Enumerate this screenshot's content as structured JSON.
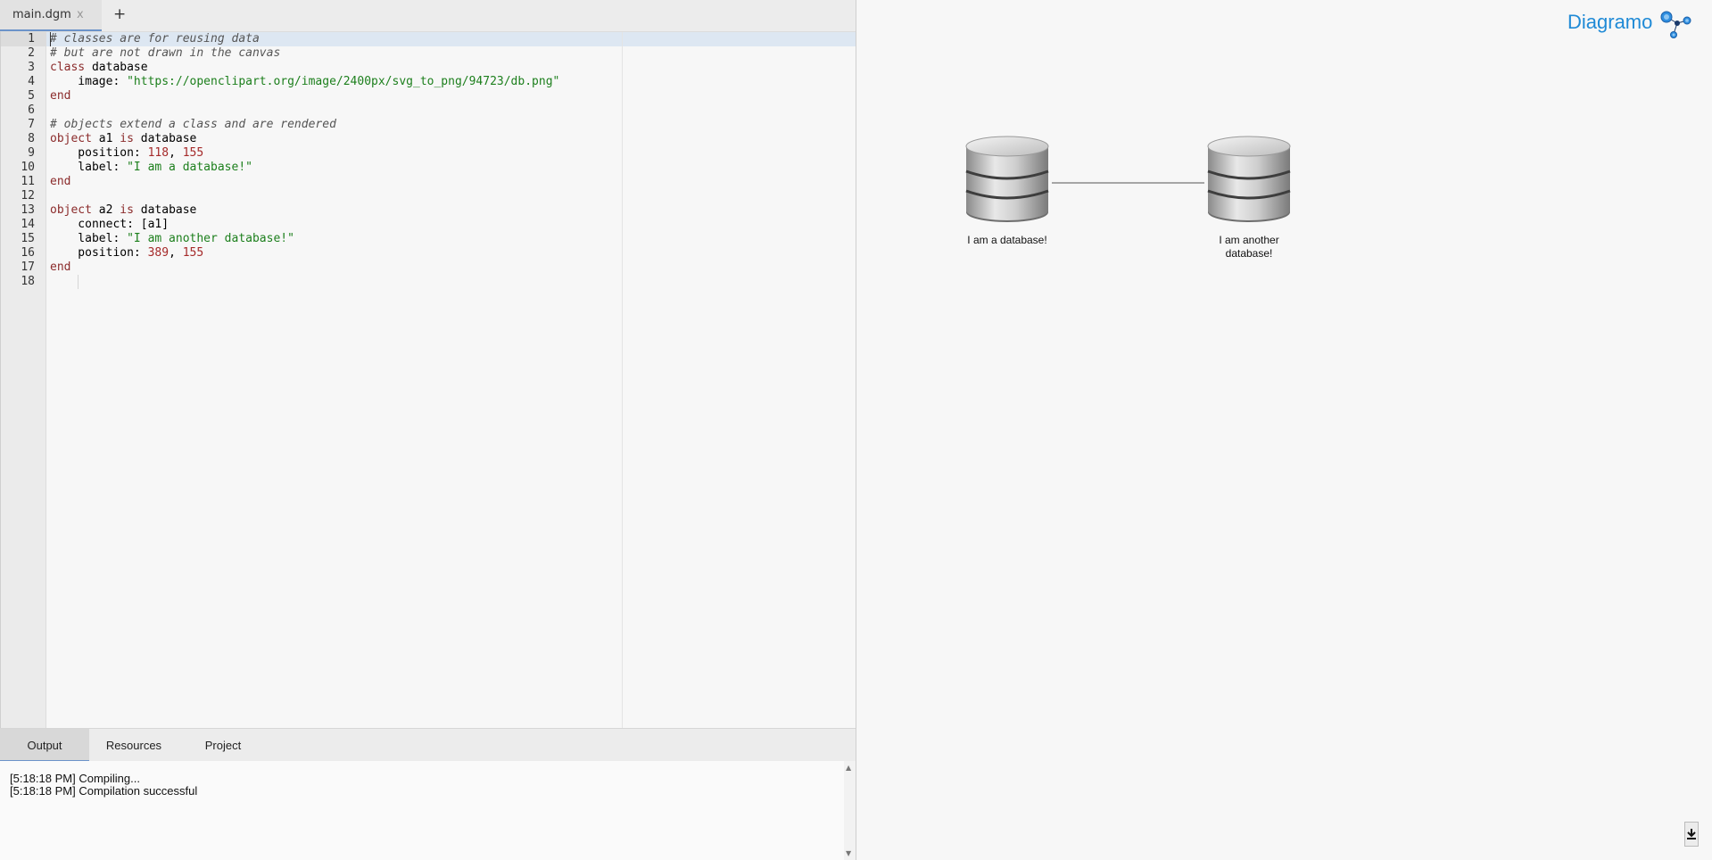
{
  "editor": {
    "tab_label": "main.dgm",
    "tab_close": "x",
    "new_tab": "+",
    "line_numbers": [
      "1",
      "2",
      "3",
      "4",
      "5",
      "6",
      "7",
      "8",
      "9",
      "10",
      "11",
      "12",
      "13",
      "14",
      "15",
      "16",
      "17",
      "18"
    ]
  },
  "code_lines": [
    [
      {
        "t": "# classes are for reusing data",
        "c": "cmt"
      }
    ],
    [
      {
        "t": "# but are not drawn in the canvas",
        "c": "cmt"
      }
    ],
    [
      {
        "t": "class",
        "c": "kw"
      },
      {
        "t": " database",
        "c": ""
      }
    ],
    [
      {
        "t": "    image: ",
        "c": ""
      },
      {
        "t": "\"https://openclipart.org/image/2400px/svg_to_png/94723/db.png\"",
        "c": "str"
      }
    ],
    [
      {
        "t": "end",
        "c": "kw"
      }
    ],
    [],
    [
      {
        "t": "# objects extend a class and are rendered",
        "c": "cmt"
      }
    ],
    [
      {
        "t": "object",
        "c": "kw"
      },
      {
        "t": " a1 ",
        "c": ""
      },
      {
        "t": "is",
        "c": "kw"
      },
      {
        "t": " database",
        "c": ""
      }
    ],
    [
      {
        "t": "    position: ",
        "c": ""
      },
      {
        "t": "118",
        "c": "num"
      },
      {
        "t": ", ",
        "c": ""
      },
      {
        "t": "155",
        "c": "num"
      }
    ],
    [
      {
        "t": "    label: ",
        "c": ""
      },
      {
        "t": "\"I am a database!\"",
        "c": "str"
      }
    ],
    [
      {
        "t": "end",
        "c": "kw"
      }
    ],
    [],
    [
      {
        "t": "object",
        "c": "kw"
      },
      {
        "t": " a2 ",
        "c": ""
      },
      {
        "t": "is",
        "c": "kw"
      },
      {
        "t": " database",
        "c": ""
      }
    ],
    [
      {
        "t": "    connect: [a1]",
        "c": ""
      }
    ],
    [
      {
        "t": "    label: ",
        "c": ""
      },
      {
        "t": "\"I am another database!\"",
        "c": "str"
      }
    ],
    [
      {
        "t": "    position: ",
        "c": ""
      },
      {
        "t": "389",
        "c": "num"
      },
      {
        "t": ", ",
        "c": ""
      },
      {
        "t": "155",
        "c": "num"
      }
    ],
    [
      {
        "t": "end",
        "c": "kw"
      }
    ],
    []
  ],
  "bottom_panel": {
    "tabs": [
      "Output",
      "Resources",
      "Project"
    ],
    "active_tab": "Output",
    "log": [
      "[5:18:18 PM] Compiling...",
      "[5:18:18 PM] Compilation successful"
    ]
  },
  "canvas": {
    "brand": "Diagramo",
    "objects": [
      {
        "id": "a1",
        "label": "I am a database!"
      },
      {
        "id": "a2",
        "label": "I am another\ndatabase!"
      }
    ],
    "connection_from": "a1",
    "connection_to": "a2"
  },
  "icons": {
    "logo": "diagramo-logo-icon",
    "database": "database-icon",
    "export": "download-icon"
  },
  "colors": {
    "brand": "#1f8ad6",
    "keyword": "#8b2b2b",
    "string": "#1c7f1c",
    "number": "#a52a2a",
    "comment": "#555555",
    "active_tab_underline": "#6b93c9"
  }
}
